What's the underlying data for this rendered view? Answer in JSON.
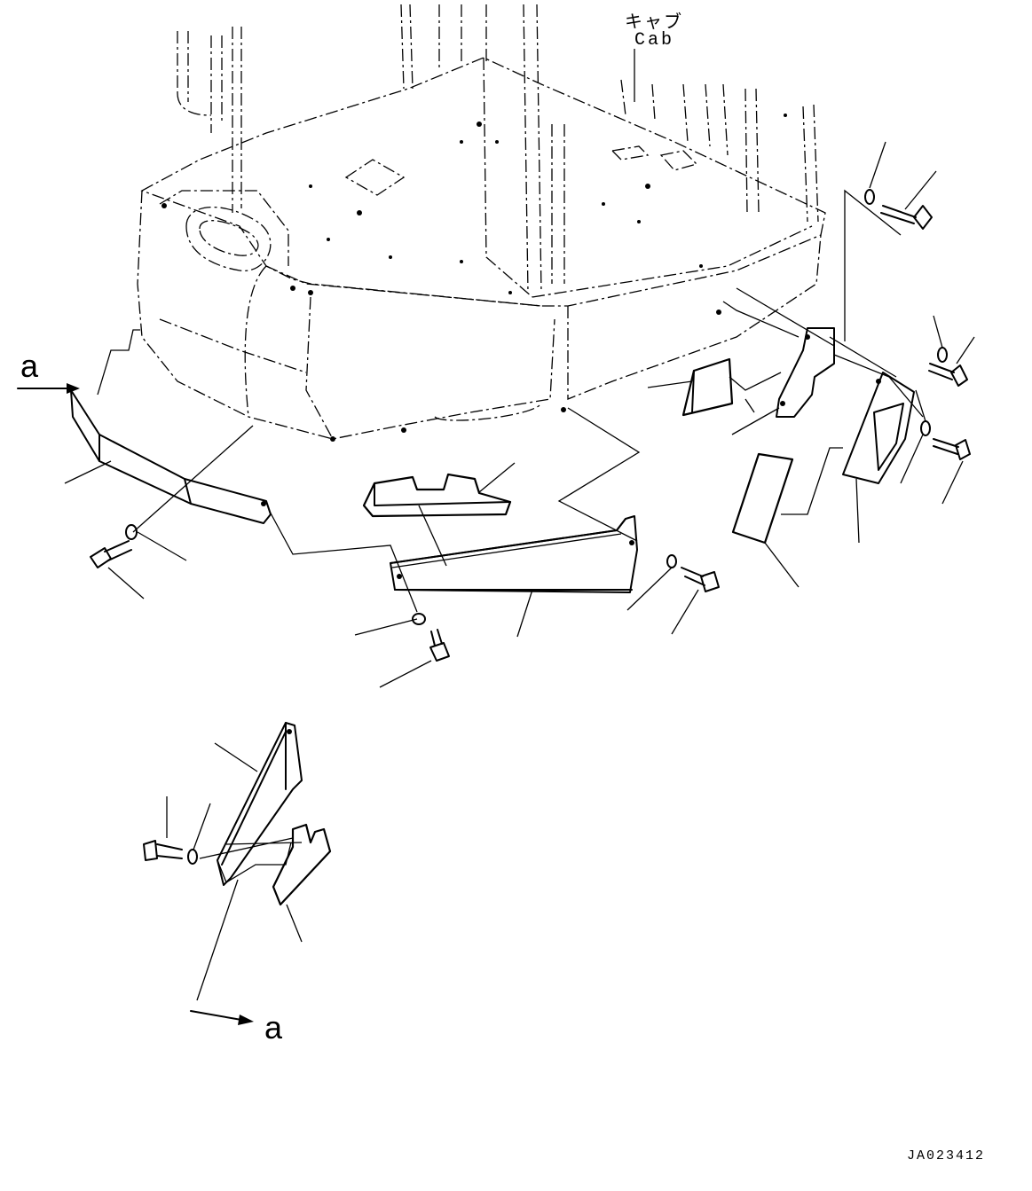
{
  "labels": {
    "cab_japanese": "キャブ",
    "cab_english": "Cab",
    "view_ref_top": "a",
    "view_ref_bottom": "a",
    "drawing_number": "JA023412"
  },
  "icons": {
    "arrow": "arrow-right-icon",
    "bolt": "bolt-icon",
    "washer": "washer-icon"
  },
  "colors": {
    "line": "#000000",
    "background": "#ffffff"
  }
}
